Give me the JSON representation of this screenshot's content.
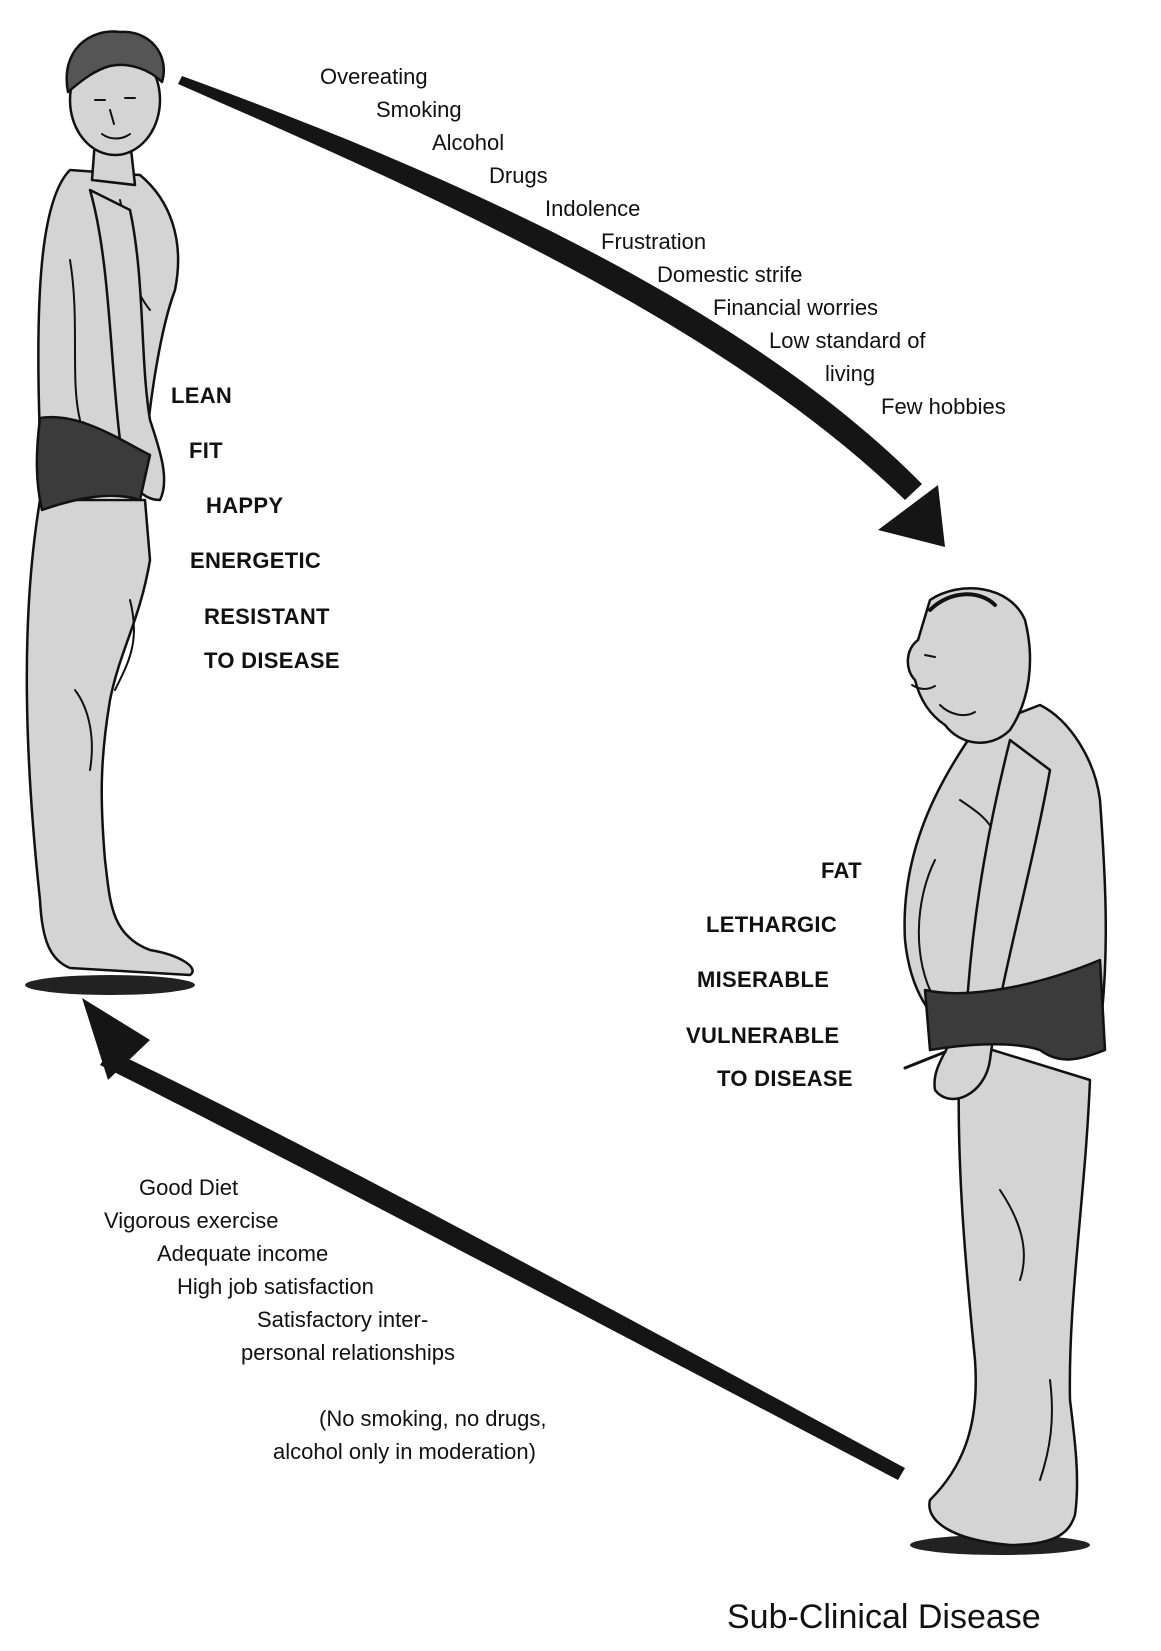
{
  "risk_factors": [
    "Overeating",
    "Smoking",
    "Alcohol",
    "Drugs",
    "Indolence",
    "Frustration",
    "Domestic strife",
    "Financial worries",
    "Low standard of",
    "living",
    "Few hobbies"
  ],
  "fit_traits": [
    "LEAN",
    "FIT",
    "HAPPY",
    "ENERGETIC",
    "RESISTANT",
    "TO DISEASE"
  ],
  "fat_traits": [
    "FAT",
    "LETHARGIC",
    "MISERABLE",
    "VULNERABLE",
    "TO DISEASE"
  ],
  "good_factors": [
    "Good Diet",
    "Vigorous exercise",
    "Adequate income",
    "High job satisfaction",
    "Satisfactory inter-",
    "personal relationships"
  ],
  "moderation_note": [
    "(No smoking, no drugs,",
    "alcohol only in moderation)"
  ],
  "caption": "Sub-Clinical Disease",
  "colors": {
    "skin": "#d4d4d4",
    "ink": "#111111",
    "trunks": "#3b3b3b",
    "arrow": "#151515"
  }
}
